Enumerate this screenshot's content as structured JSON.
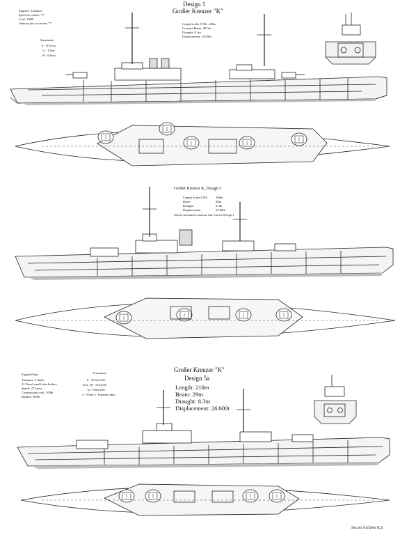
{
  "design1": {
    "title": "Design 1",
    "subtitle": "Großer Kreuzer \"K\"",
    "engines": [
      "Engines: Turbines",
      "Speed as cruiser \"J\"",
      "Coal: 1000t",
      "Armour just as cruiser \"J\""
    ],
    "armament_title": "Armament:",
    "armament": [
      "8 - 30,5cm",
      "12 - 15cm",
      "10 - 8,8cm"
    ],
    "specs": [
      "Length in the CWL: 206m",
      "Greatest Beam: 28.3m",
      "Draught: 8.2m",
      "Displacement: 25.000t"
    ]
  },
  "design3": {
    "title": "Großer Kreuzer K, Design 3",
    "specs": [
      {
        "label": "Length in the CWL",
        "value": "206m"
      },
      {
        "label": "Beam",
        "value": "28m"
      },
      {
        "label": "Draught",
        "value": "8.3m"
      },
      {
        "label": "Displacement",
        "value": "25.600t"
      }
    ],
    "note": "Speed, armament, armour and coal as Design 1"
  },
  "design5a": {
    "engine_title": "Engine Plant",
    "engine": [
      "Turbines, 4 shafts",
      "22 Naval small tube boilers",
      "Speed: 27 knots",
      "Construction coal: 1000t",
      "Bunker: 5000t"
    ],
    "armament_title": "Armament",
    "armament": [
      "8 - 30,5cm/50",
      "12 to 18 - 15cm/45",
      "12 - 8,8cm/45",
      "4 - 50cm © Torpedo tubes"
    ],
    "title": "Großer Kreuzer \"K\"",
    "subtitle": "Design 5a",
    "specs": [
      "Length: 210m",
      "Beam: 29m",
      "Draught: 8.3m",
      "Displacement: 26.600t"
    ]
  },
  "footer": "Secret Archive  K.I."
}
